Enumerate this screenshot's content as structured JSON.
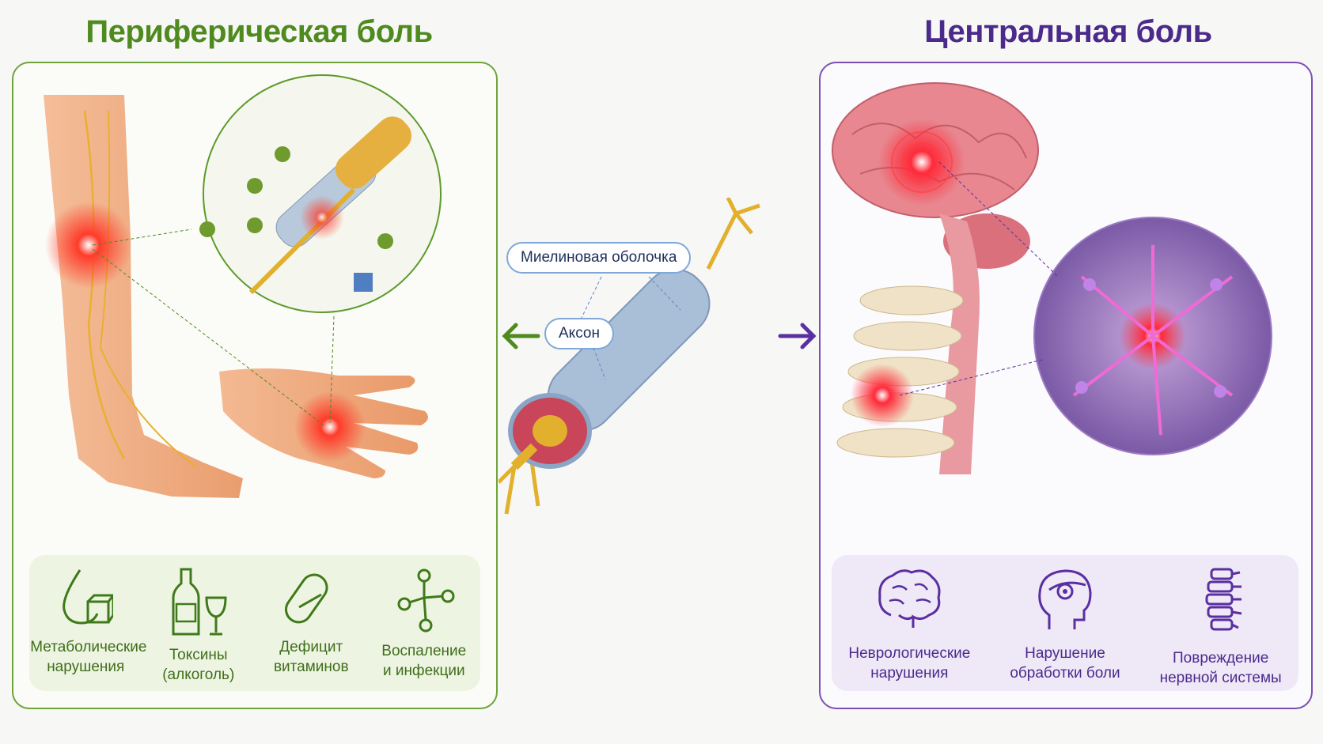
{
  "peripheral": {
    "title": "Периферическая боль",
    "causes": [
      {
        "icon": "drop-cube-icon",
        "label": "Метаболические\nнарушения"
      },
      {
        "icon": "bottle-glass-icon",
        "label": "Токсины\n(алкоголь)"
      },
      {
        "icon": "capsule-icon",
        "label": "Дефицит\nвитаминов"
      },
      {
        "icon": "molecule-icon",
        "label": "Воспаление\nи инфекции"
      }
    ]
  },
  "central": {
    "title": "Центральная боль",
    "causes": [
      {
        "icon": "brain-icon",
        "label": "Неврологические\nнарушения"
      },
      {
        "icon": "head-profile-icon",
        "label": "Нарушение\nобработки боли"
      },
      {
        "icon": "spine-icon",
        "label": "Повреждение\nнервной системы"
      }
    ]
  },
  "nerve": {
    "myelin_label": "Миелиновая оболочка",
    "axon_label": "Аксон"
  },
  "colors": {
    "peripheral": "#4f8a1f",
    "central": "#4b2a8c",
    "pain": "#ff2a2a",
    "myelin": "#9fb8d6",
    "axon": "#e2b02c"
  }
}
